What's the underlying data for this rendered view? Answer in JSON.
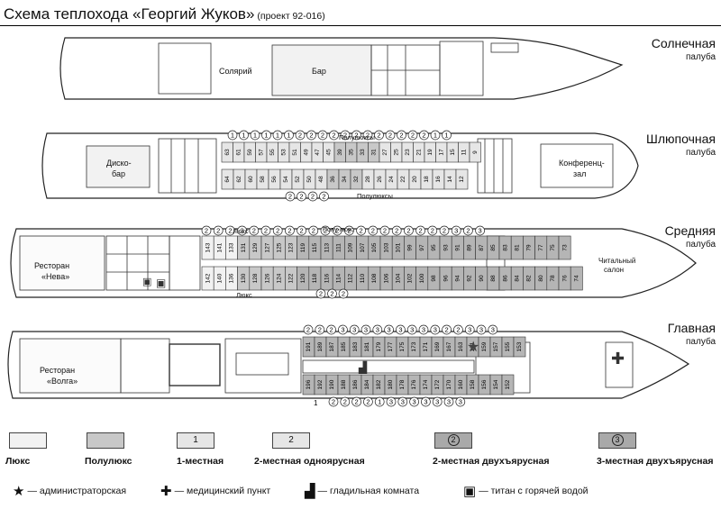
{
  "title": "Схема теплохода «Георгий Жуков»",
  "subtitle": "(проект 92-016)",
  "deck_word": "палуба",
  "decks": {
    "sun": {
      "name": "Солнечная",
      "rooms": [
        "Солярий",
        "Бар"
      ]
    },
    "boat": {
      "name": "Шлюпочная",
      "rooms": [
        "Диско-",
        "бар",
        "Конференц-",
        "зал"
      ],
      "semilux_top": "Полулюксы",
      "semilux_bottom": "Полулюксы",
      "top_cabins": [
        "63",
        "61",
        "59",
        "57",
        "55",
        "53",
        "51",
        "49",
        "47",
        "45",
        "39",
        "35",
        "33",
        "31",
        "27",
        "25",
        "23",
        "21",
        "19",
        "17",
        "15",
        "11",
        "9"
      ],
      "top_marks": [
        "1",
        "1",
        "1",
        "1",
        "1",
        "1",
        "2",
        "2",
        "2",
        "2",
        "2",
        "2",
        "2",
        "2",
        "2",
        "2",
        "2",
        "2",
        "1",
        "1"
      ],
      "bottom_cabins": [
        "64",
        "62",
        "60",
        "58",
        "56",
        "54",
        "52",
        "50",
        "48",
        "36",
        "34",
        "32",
        "28",
        "26",
        "24",
        "22",
        "20",
        "18",
        "16",
        "14",
        "12"
      ],
      "bottom_marks": [
        "2",
        "2",
        "2",
        "2"
      ]
    },
    "middle": {
      "name": "Средняя",
      "rooms": [
        "Ресторан",
        "«Нева»",
        "Читальный",
        "салон"
      ],
      "lux_top": "Люкс",
      "lux_bottom": "Люкс",
      "semilux": "Полу-люкс",
      "top_cabins": [
        "143",
        "141",
        "133",
        "131",
        "129",
        "127",
        "125",
        "123",
        "119",
        "115",
        "113",
        "111",
        "109",
        "107",
        "105",
        "103",
        "101",
        "99",
        "97",
        "95",
        "93",
        "91",
        "89",
        "87",
        "85",
        "83",
        "81",
        "79",
        "77",
        "75",
        "73"
      ],
      "bottom_cabins": [
        "142",
        "140",
        "136",
        "130",
        "128",
        "126",
        "124",
        "122",
        "120",
        "118",
        "116",
        "114",
        "112",
        "110",
        "108",
        "106",
        "104",
        "102",
        "100",
        "98",
        "96",
        "94",
        "92",
        "90",
        "88",
        "86",
        "84",
        "82",
        "80",
        "78",
        "76",
        "74"
      ],
      "top_marks": [
        "2",
        "2",
        "2",
        "2",
        "2",
        "2",
        "2",
        "2",
        "2",
        "2",
        "2",
        "2",
        "2",
        "2",
        "2",
        "2",
        "2",
        "2",
        "2",
        "2",
        "2",
        "3",
        "2",
        "3"
      ],
      "bottom_marks": [
        "2",
        "2",
        "2"
      ]
    },
    "main": {
      "name": "Главная",
      "rooms": [
        "Ресторан",
        "«Волга»"
      ],
      "top_cabins": [
        "191",
        "189",
        "187",
        "185",
        "183",
        "181",
        "179",
        "177",
        "175",
        "173",
        "171",
        "169",
        "167",
        "163",
        "161",
        "159",
        "157",
        "155",
        "153"
      ],
      "bottom_cabins": [
        "196",
        "192",
        "190",
        "188",
        "186",
        "184",
        "182",
        "180",
        "178",
        "176",
        "174",
        "172",
        "170",
        "160",
        "158",
        "156",
        "154",
        "152"
      ],
      "top_marks": [
        "2",
        "2",
        "2",
        "3",
        "3",
        "3",
        "3",
        "3",
        "3",
        "3",
        "3",
        "3",
        "2",
        "2",
        "3",
        "3",
        "3"
      ],
      "bottom_mark_single": "1",
      "bottom_marks": [
        "2",
        "2",
        "2",
        "2",
        "1",
        "3",
        "3",
        "3",
        "3",
        "3",
        "3",
        "3"
      ]
    }
  },
  "legend": [
    {
      "label": "Люкс",
      "box": "",
      "fill": "#f2f2f2"
    },
    {
      "label": "Полулюкс",
      "box": "",
      "fill": "#c8c8c8"
    },
    {
      "label": "1-местная",
      "box": "1",
      "fill": "#e6e6e6"
    },
    {
      "label": "2-местная одноярусная",
      "box": "2",
      "fill": "#e6e6e6"
    },
    {
      "label": "2-местная двухъярусная",
      "box": "2",
      "fill": "#a9a9a9"
    },
    {
      "label": "3-местная двухъярусная",
      "box": "3",
      "fill": "#a9a9a9"
    }
  ],
  "symbols": [
    {
      "icon": "star",
      "glyph": "★",
      "label": "— администраторская"
    },
    {
      "icon": "cross",
      "glyph": "✚",
      "label": "— медицинский пункт"
    },
    {
      "icon": "iron",
      "glyph": "▟",
      "label": "— гладильная комната"
    },
    {
      "icon": "kettle",
      "glyph": "▣",
      "label": "— титан с горячей водой"
    }
  ]
}
